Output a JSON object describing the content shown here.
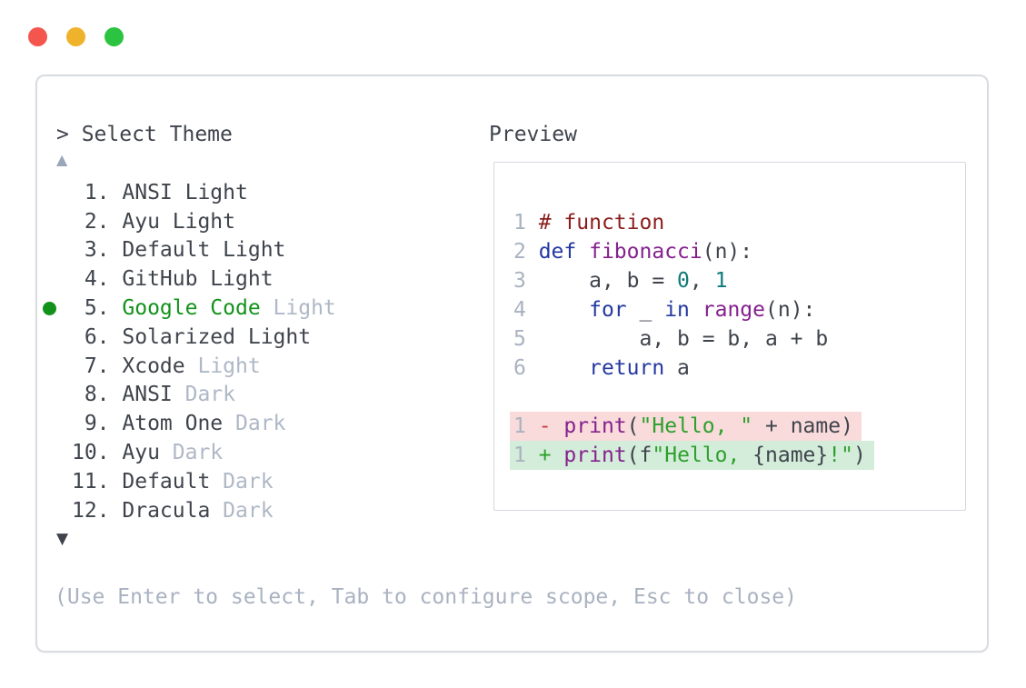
{
  "window_controls": {
    "red": "#f4564e",
    "yellow": "#efb22b",
    "green": "#2cc340"
  },
  "picker": {
    "prompt": "> Select Theme",
    "scroll_up": "▲",
    "scroll_down": "▼",
    "items": [
      {
        "number": "1.",
        "name": "ANSI Light",
        "suffix": "",
        "selected": false
      },
      {
        "number": "2.",
        "name": "Ayu Light",
        "suffix": "",
        "selected": false
      },
      {
        "number": "3.",
        "name": "Default Light",
        "suffix": "",
        "selected": false
      },
      {
        "number": "4.",
        "name": "GitHub Light",
        "suffix": "",
        "selected": false
      },
      {
        "number": "5.",
        "name": "Google Code",
        "suffix": "Light",
        "selected": true
      },
      {
        "number": "6.",
        "name": "Solarized Light",
        "suffix": "",
        "selected": false
      },
      {
        "number": "7.",
        "name": "Xcode",
        "suffix": "Light",
        "selected": false
      },
      {
        "number": "8.",
        "name": "ANSI",
        "suffix": "Dark",
        "selected": false
      },
      {
        "number": "9.",
        "name": "Atom One",
        "suffix": "Dark",
        "selected": false
      },
      {
        "number": "10.",
        "name": "Ayu",
        "suffix": "Dark",
        "selected": false
      },
      {
        "number": "11.",
        "name": "Default",
        "suffix": "Dark",
        "selected": false
      },
      {
        "number": "12.",
        "name": "Dracula",
        "suffix": "Dark",
        "selected": false
      }
    ],
    "help_text": "(Use Enter to select, Tab to configure scope, Esc to close)"
  },
  "preview": {
    "title": "Preview",
    "code_lines": [
      {
        "num": "1",
        "tokens": [
          [
            "# function",
            "comment"
          ]
        ]
      },
      {
        "num": "2",
        "tokens": [
          [
            "def",
            "keyword"
          ],
          [
            " ",
            "plain"
          ],
          [
            "fibonacci",
            "function"
          ],
          [
            "(n):",
            "plain"
          ]
        ]
      },
      {
        "num": "3",
        "tokens": [
          [
            "    a, b = ",
            "plain"
          ],
          [
            "0",
            "number"
          ],
          [
            ", ",
            "plain"
          ],
          [
            "1",
            "number"
          ]
        ]
      },
      {
        "num": "4",
        "tokens": [
          [
            "    ",
            "plain"
          ],
          [
            "for",
            "keyword"
          ],
          [
            " _ ",
            "plain"
          ],
          [
            "in",
            "keyword"
          ],
          [
            " ",
            "plain"
          ],
          [
            "range",
            "function"
          ],
          [
            "(n):",
            "plain"
          ]
        ]
      },
      {
        "num": "5",
        "tokens": [
          [
            "        a, b = b, a + b",
            "plain"
          ]
        ]
      },
      {
        "num": "6",
        "tokens": [
          [
            "    ",
            "plain"
          ],
          [
            "return",
            "keyword"
          ],
          [
            " a",
            "plain"
          ]
        ]
      }
    ],
    "diff_lines": [
      {
        "num": "1",
        "kind": "removed",
        "tokens": [
          [
            "-",
            "diff_minus"
          ],
          [
            " ",
            "plain"
          ],
          [
            "print",
            "function"
          ],
          [
            "(",
            "plain"
          ],
          [
            "\"Hello, \"",
            "string"
          ],
          [
            " + name)",
            "plain"
          ]
        ]
      },
      {
        "num": "1",
        "kind": "added",
        "tokens": [
          [
            "+",
            "diff_plus"
          ],
          [
            " ",
            "plain"
          ],
          [
            "print",
            "function"
          ],
          [
            "(f",
            "plain"
          ],
          [
            "\"Hello, ",
            "string"
          ],
          [
            "{name}",
            "plain"
          ],
          [
            "!\"",
            "string"
          ],
          [
            ")",
            "plain"
          ]
        ]
      }
    ]
  },
  "colors": {
    "text": "#3f444c",
    "dim_suffix": "#aeb8c6",
    "selected_green": "#12921a",
    "comment": "#8c1d1d",
    "keyword": "#2438a0",
    "function_name": "#84218e",
    "number_literal": "#0f7a7a",
    "string": "#2da02d",
    "line_number": "#a9b2c0",
    "diff_minus": "#c43c3c",
    "diff_plus": "#2aa12a",
    "removed_bg": "#fadbdc",
    "added_bg": "#d4edda",
    "panel_border": "#d8dbe2",
    "preview_border": "#d4d8de",
    "help_text": "#a9b2c1",
    "arrow_up": "#9aa7ba",
    "arrow_down": "#3f444c"
  }
}
